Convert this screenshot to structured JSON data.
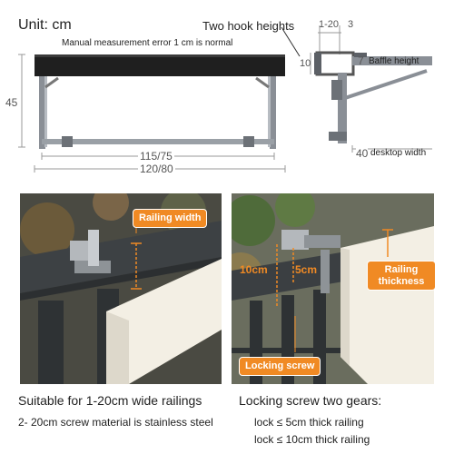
{
  "diagram": {
    "unit": "Unit: cm",
    "note": "Manual measurement error 1 cm is normal",
    "hook_heights": "Two hook heights",
    "dim_height": "45",
    "dim_width_top": "115/75",
    "dim_width_bottom": "120/80",
    "dim_hook_range": "1-20",
    "dim_hook_3": "3",
    "dim_hook_10": "10",
    "dim_baffle_value": "7",
    "dim_baffle_label": "Baffle height",
    "dim_desktop_value": "40",
    "dim_desktop_label": "desktop width"
  },
  "photo_left": {
    "tag": "Railing width",
    "caption": "Suitable for 1-20cm wide railings",
    "sub": "2- 20cm screw material is stainless steel"
  },
  "photo_right": {
    "label_10": "10cm",
    "label_5": "5cm",
    "tag_thickness": "Railing thickness",
    "tag_screw": "Locking screw",
    "caption": "Locking screw two gears:",
    "sub1": "lock ≤ 5cm thick railing",
    "sub2": "lock ≤ 10cm thick railing"
  },
  "colors": {
    "accent": "#f08a24",
    "board": "#f3efe4",
    "frame": "#3a3a3a"
  }
}
